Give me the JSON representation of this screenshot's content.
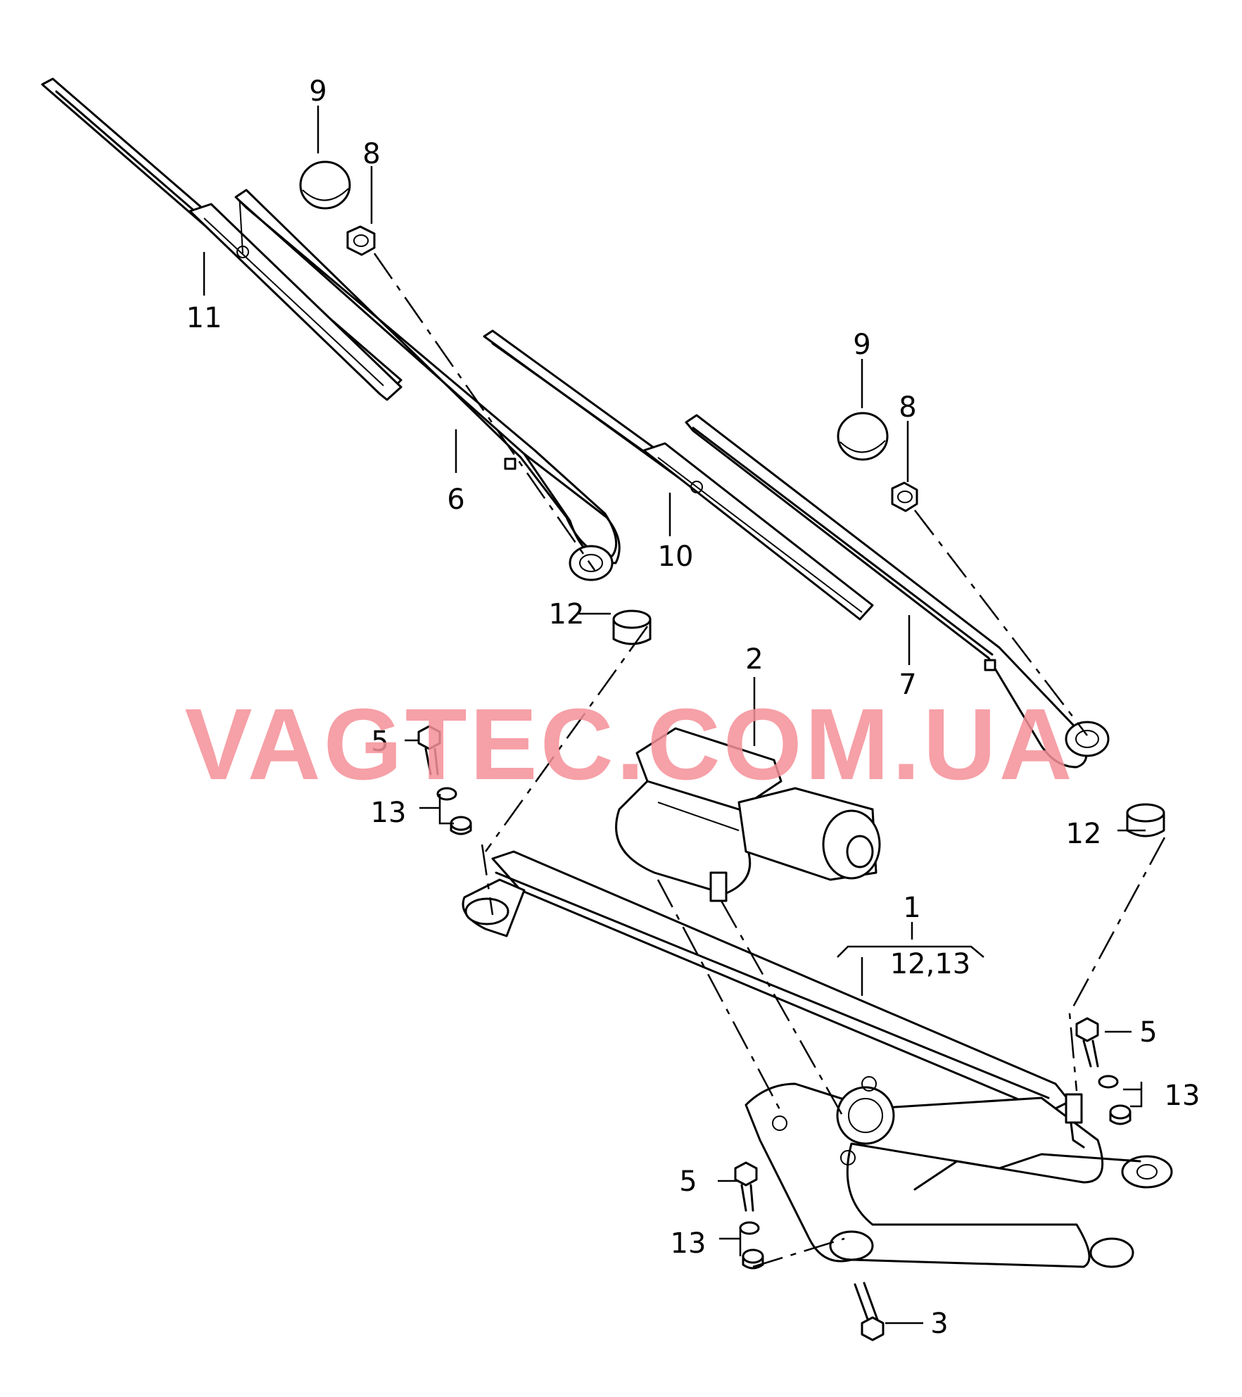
{
  "watermark": "VAGTEC.COM.UA",
  "callouts": {
    "c1": "1",
    "c1_sub": "12,13",
    "c2": "2",
    "c3": "3",
    "c5a": "5",
    "c5b": "5",
    "c5c": "5",
    "c6": "6",
    "c7": "7",
    "c8a": "8",
    "c8b": "8",
    "c9a": "9",
    "c9b": "9",
    "c10": "10",
    "c11": "11",
    "c12a": "12",
    "c12b": "12",
    "c13a": "13",
    "c13b": "13",
    "c13c": "13"
  },
  "colors": {
    "line": "#000000",
    "watermark": "#f58f98",
    "background": "#ffffff"
  }
}
